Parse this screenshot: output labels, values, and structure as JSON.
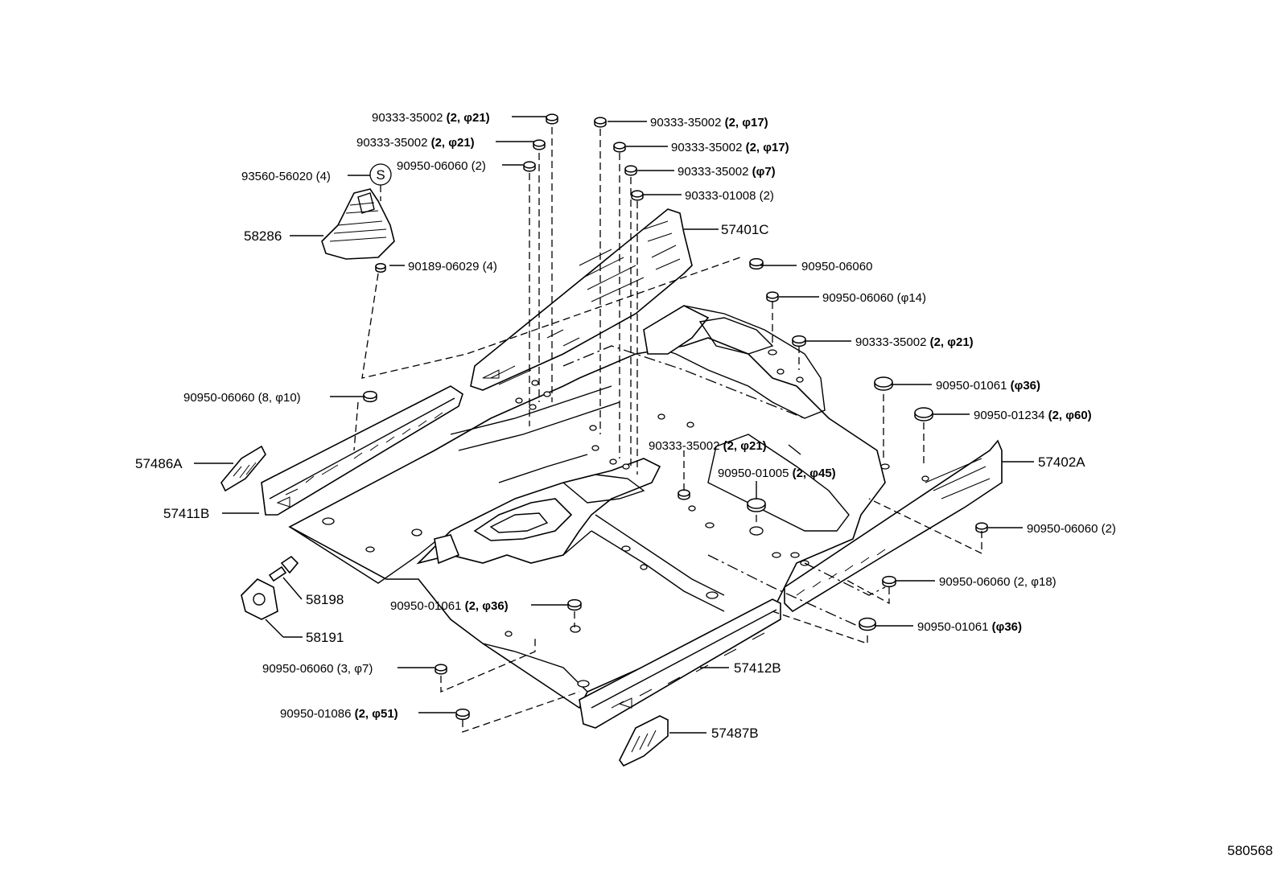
{
  "callouts": [
    {
      "id": "c1",
      "part": "90333-35002",
      "qty": "(2, φ21)"
    },
    {
      "id": "c2",
      "part": "90333-35002",
      "qty": "(2, φ21)"
    },
    {
      "id": "c3",
      "part": "90950-06060",
      "qty": "(2)"
    },
    {
      "id": "c4",
      "part": "93560-56020",
      "qty": "(4)"
    },
    {
      "id": "c5",
      "part": "90333-35002",
      "qty": "(2, φ17)"
    },
    {
      "id": "c6",
      "part": "90333-35002",
      "qty": "(2, φ17)"
    },
    {
      "id": "c7",
      "part": "90333-35002",
      "qty": "(φ7)"
    },
    {
      "id": "c8",
      "part": "90333-01008",
      "qty": "(2)"
    },
    {
      "id": "c9",
      "part": "57401C",
      "qty": ""
    },
    {
      "id": "c10",
      "part": "58286",
      "qty": ""
    },
    {
      "id": "c11",
      "part": "90189-06029",
      "qty": "(4)"
    },
    {
      "id": "c12",
      "part": "90950-06060",
      "qty": ""
    },
    {
      "id": "c13",
      "part": "90950-06060",
      "qty": "(φ14)"
    },
    {
      "id": "c14",
      "part": "90333-35002",
      "qty": "(2, φ21)"
    },
    {
      "id": "c15",
      "part": "90950-01061",
      "qty": "(φ36)"
    },
    {
      "id": "c16",
      "part": "90950-06060",
      "qty": "(8, φ10)"
    },
    {
      "id": "c17",
      "part": "90950-01234",
      "qty": "(2, φ60)"
    },
    {
      "id": "c18",
      "part": "57486A",
      "qty": ""
    },
    {
      "id": "c19",
      "part": "90333-35002",
      "qty": "(2, φ21)"
    },
    {
      "id": "c20",
      "part": "57402A",
      "qty": ""
    },
    {
      "id": "c21",
      "part": "90950-01005",
      "qty": "(2, φ45)"
    },
    {
      "id": "c22",
      "part": "57411B",
      "qty": ""
    },
    {
      "id": "c23",
      "part": "90950-06060",
      "qty": "(2)"
    },
    {
      "id": "c24",
      "part": "90950-06060",
      "qty": "(2, φ18)"
    },
    {
      "id": "c25",
      "part": "58198",
      "qty": ""
    },
    {
      "id": "c26",
      "part": "90950-01061",
      "qty": "(2, φ36)"
    },
    {
      "id": "c27",
      "part": "90950-01061",
      "qty": "(φ36)"
    },
    {
      "id": "c28",
      "part": "58191",
      "qty": ""
    },
    {
      "id": "c29",
      "part": "90950-06060",
      "qty": "(3, φ7)"
    },
    {
      "id": "c30",
      "part": "57412B",
      "qty": ""
    },
    {
      "id": "c31",
      "part": "90950-01086",
      "qty": "(2, φ51)"
    },
    {
      "id": "c32",
      "part": "57487B",
      "qty": ""
    }
  ],
  "service_symbol": "S",
  "figure_number": "580568"
}
